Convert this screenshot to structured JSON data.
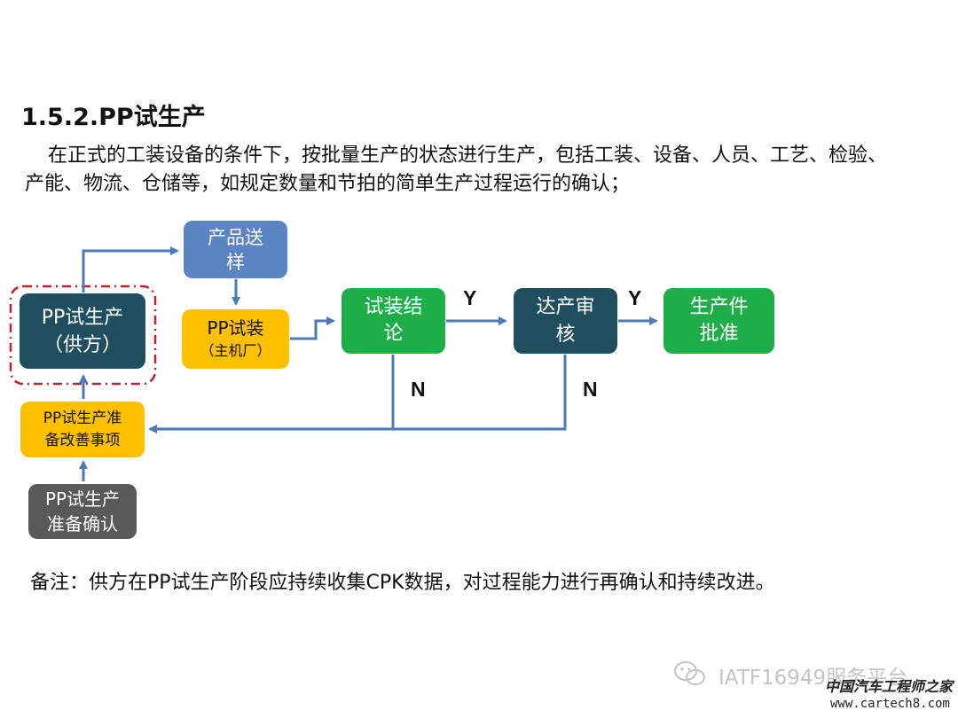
{
  "title": "1.5.2.PP试生产",
  "description": "在正式的工装设备的条件下，按批量生产的状态进行生产，包括工装、设备、人员、工艺、检验、产能、物流、仓储等，如规定数量和节拍的简单生产过程运行的确认；",
  "flow": {
    "pp_trial_supplier": {
      "line1": "PP试生产",
      "line2": "（供方）"
    },
    "product_sample": {
      "line1": "产品送",
      "line2": "样"
    },
    "pp_trial_assembly": {
      "line1": "PP试装",
      "line2": "（主机厂）"
    },
    "trial_assembly_conclusion": {
      "line1": "试装结",
      "line2": "论"
    },
    "capacity_audit": {
      "line1": "达产审",
      "line2": "核"
    },
    "production_part_approval": {
      "line1": "生产件",
      "line2": "批准"
    },
    "pp_preparation_improvement": {
      "line1": "PP试生产准",
      "line2": "备改善事项"
    },
    "pp_preparation_confirmation": {
      "line1": "PP试生产",
      "line2": "准备确认"
    },
    "label_yes_1": "Y",
    "label_yes_2": "Y",
    "label_no_1": "N",
    "label_no_2": "N"
  },
  "note": "备注：供方在PP试生产阶段应持续收集CPK数据，对过程能力进行再确认和持续改进。",
  "watermark": {
    "text": "IATF16949服务平台",
    "logo": "中国汽车工程师之家",
    "site": "www.cartech8.com"
  },
  "colors": {
    "blue_box": "#5b84c4",
    "teal_box": "#1f4e5f",
    "gold_box": "#ffc000",
    "green_box": "#1fad4a",
    "gray_box": "#595959",
    "arrow": "#4a7ab8",
    "dashed_border": "#c0202a"
  }
}
